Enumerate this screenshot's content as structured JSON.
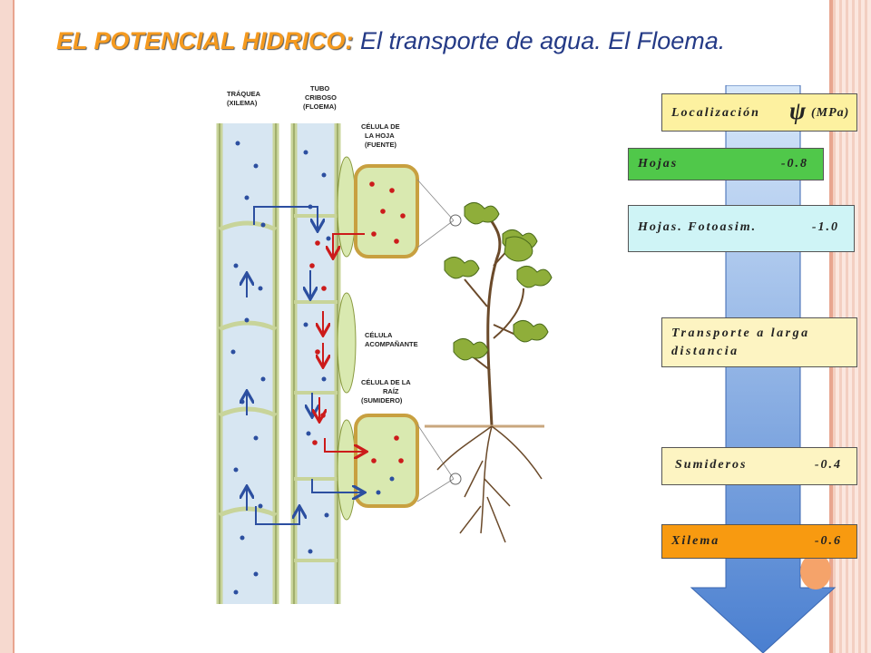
{
  "title": {
    "highlight": "EL POTENCIAL HIDRICO:",
    "rest": " El transporte de agua. El Floema."
  },
  "diagram_labels": {
    "traquea_1": "TRÁQUEA",
    "traquea_2": "(XILEMA)",
    "tubo_1": "TUBO",
    "tubo_2": "CRIBOSO",
    "tubo_3": "(FLOEMA)",
    "hoja_1": "CÉLULA DE",
    "hoja_2": "LA HOJA",
    "hoja_3": "(FUENTE)",
    "acomp_1": "CÉLULA",
    "acomp_2": "ACOMPAÑANTE",
    "raiz_1": "CÉLULA DE LA",
    "raiz_2": "RAÍZ",
    "raiz_3": "(SUMIDERO)"
  },
  "table": {
    "header_label": "Localización",
    "header_symbol": "ψ",
    "header_unit": "(MPa)",
    "rows": [
      {
        "label": "Hojas",
        "value": "-0.8",
        "color": "#50c84a"
      },
      {
        "label": "Hojas. Fotoasim.",
        "value": "-1.0",
        "color": "#cff4f6"
      },
      {
        "label": "Transporte a larga distancia",
        "value": "",
        "color": "#fdf4c2"
      },
      {
        "label": "Sumideros",
        "value": "-0.4",
        "color": "#fdf4c2"
      },
      {
        "label": "Xilema",
        "value": "-0.6",
        "color": "#f89a10"
      }
    ]
  },
  "colors": {
    "title_highlight": "#f59a1f",
    "title_text": "#243a86",
    "arrow_top": "#d8e8fa",
    "arrow_bottom": "#4a7fd0",
    "header_fill": "#fdf1a0",
    "xylem_blue": "#2c4fa0",
    "phloem_red": "#cc1b1b",
    "cell_green": "#d9e9b0"
  }
}
